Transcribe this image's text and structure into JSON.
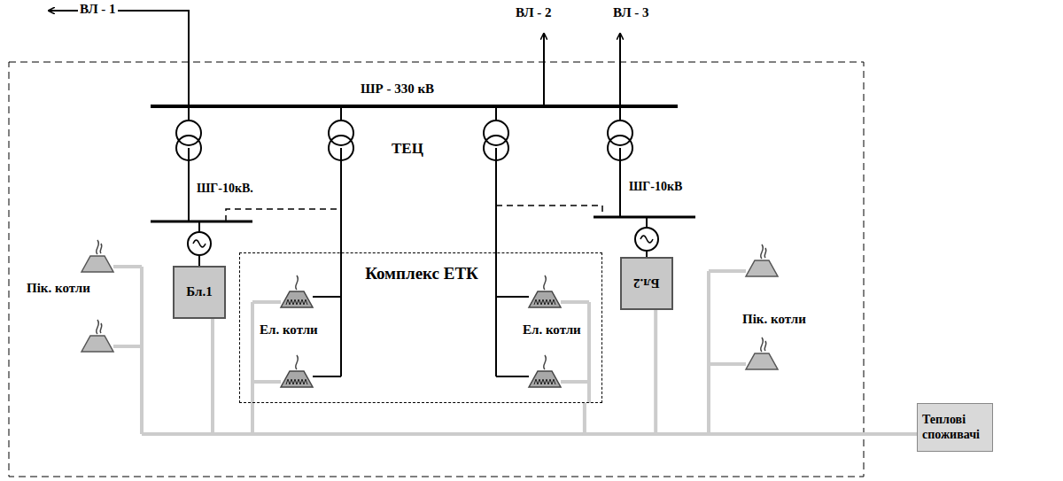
{
  "diagram": {
    "nodes": [
      {
        "text": [
          "Бл.1"
        ]
      },
      {
        "text": [
          "Бл.2"
        ]
      },
      {
        "text": [
          "Комплекс ЕТК"
        ]
      },
      {
        "text": [
          "Теплові споживачі"
        ]
      }
    ],
    "edges": [
      {
        "from": 0,
        "to": 3,
        "arrow": "none"
      },
      {
        "from": 2,
        "to": 3,
        "arrow": "none"
      },
      {
        "from": 1,
        "to": 3,
        "arrow": "none"
      }
    ],
    "labels": [
      "ВЛ - 1",
      "ВЛ - 2",
      "ВЛ - 3",
      "ШР - 330 кВ",
      "ТЕЦ",
      "ШГ-10кВ.",
      "ШГ-10кВ",
      "Пік. котли",
      "Ел. котли",
      "Ел. котли",
      "Пік. котли"
    ]
  }
}
